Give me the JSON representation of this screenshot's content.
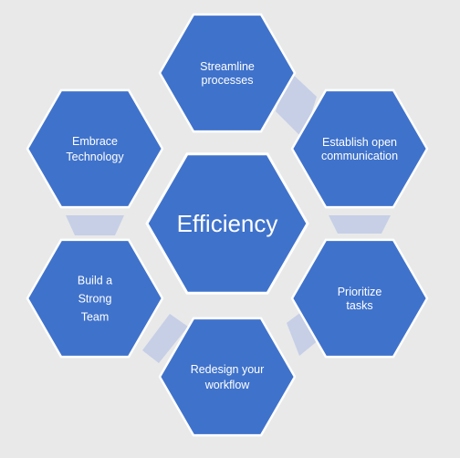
{
  "diagram": {
    "colors": {
      "background": "#e9e9e9",
      "hexagon_fill": "#3f72cb",
      "hexagon_stroke": "#ffffff",
      "connector": "#c6cfe6",
      "text": "#ffffff"
    },
    "center": {
      "lines": [
        "Efficiency"
      ]
    },
    "nodes": [
      {
        "id": "streamline",
        "lines": [
          "Streamline",
          "processes"
        ]
      },
      {
        "id": "communication",
        "lines": [
          "Establish open",
          "communication"
        ]
      },
      {
        "id": "prioritize",
        "lines": [
          "Prioritize",
          "tasks"
        ]
      },
      {
        "id": "redesign",
        "lines": [
          "Redesign your",
          "workflow"
        ]
      },
      {
        "id": "team",
        "lines": [
          "Build a",
          "Strong",
          "Team"
        ]
      },
      {
        "id": "technology",
        "lines": [
          "Embrace",
          "Technology"
        ]
      }
    ]
  }
}
